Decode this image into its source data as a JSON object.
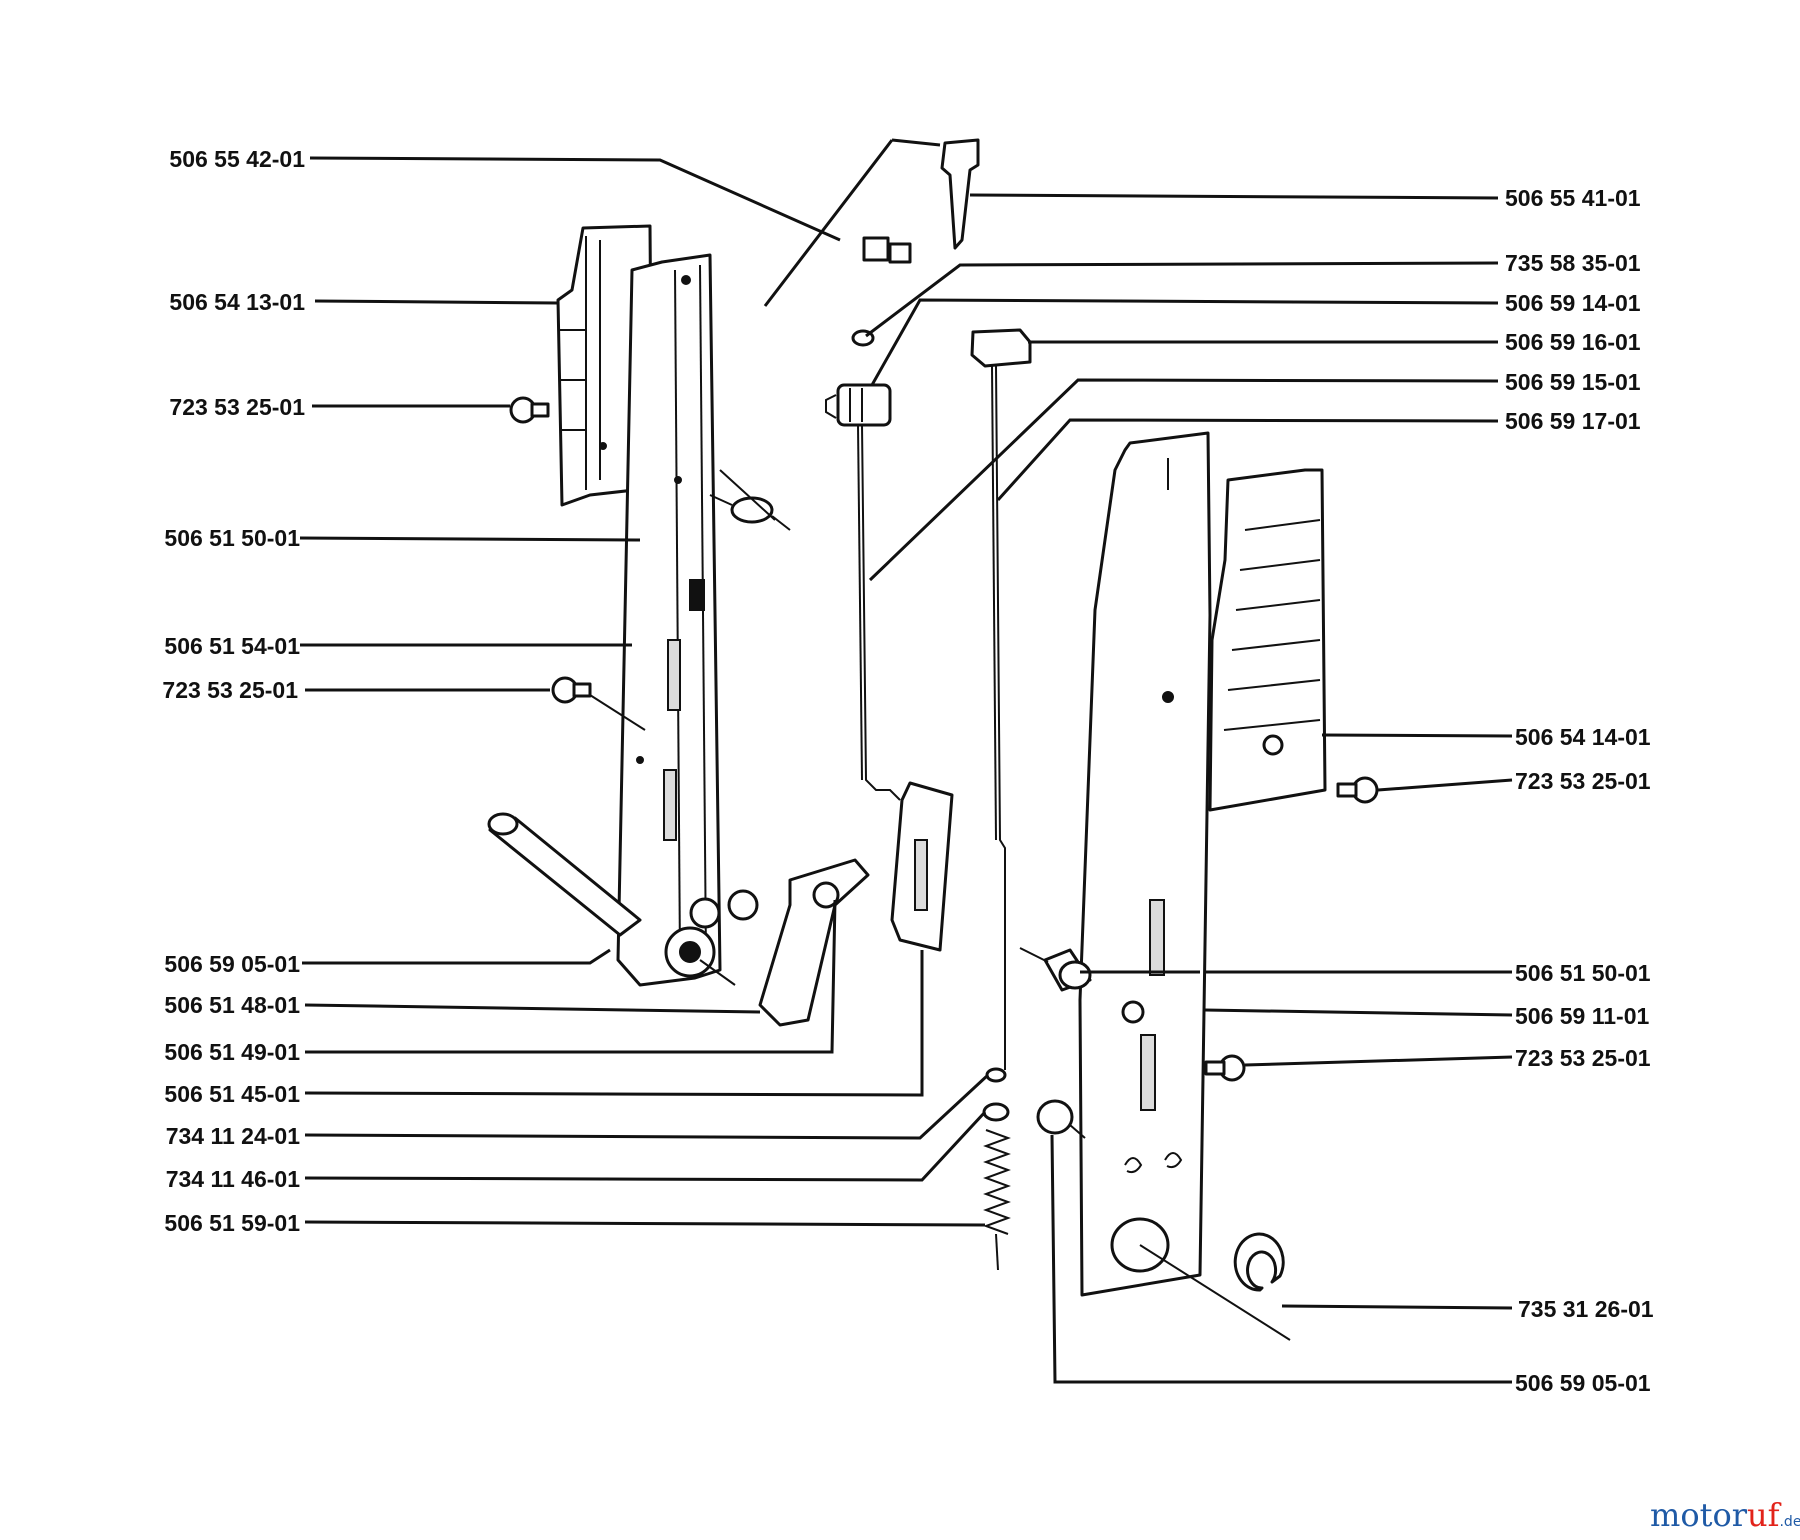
{
  "labels_left": [
    {
      "id": "l1",
      "text": "506 55 42-01"
    },
    {
      "id": "l2",
      "text": "506 54 13-01"
    },
    {
      "id": "l3",
      "text": "723 53 25-01"
    },
    {
      "id": "l4",
      "text": "506 51 50-01"
    },
    {
      "id": "l5",
      "text": "506 51 54-01"
    },
    {
      "id": "l6",
      "text": "723 53 25-01"
    },
    {
      "id": "l7",
      "text": "506 59 05-01"
    },
    {
      "id": "l8",
      "text": "506 51 48-01"
    },
    {
      "id": "l9",
      "text": "506 51 49-01"
    },
    {
      "id": "l10",
      "text": "506 51 45-01"
    },
    {
      "id": "l11",
      "text": "734 11 24-01"
    },
    {
      "id": "l12",
      "text": "734 11 46-01"
    },
    {
      "id": "l13",
      "text": "506 51 59-01"
    }
  ],
  "labels_right": [
    {
      "id": "r1",
      "text": "506 55 41-01"
    },
    {
      "id": "r2",
      "text": "735 58 35-01"
    },
    {
      "id": "r3",
      "text": "506 59 14-01"
    },
    {
      "id": "r4",
      "text": "506 59 16-01"
    },
    {
      "id": "r5",
      "text": "506 59 15-01"
    },
    {
      "id": "r6",
      "text": "506 59 17-01"
    },
    {
      "id": "r7",
      "text": "506 54 14-01"
    },
    {
      "id": "r8",
      "text": "723 53 25-01"
    },
    {
      "id": "r9",
      "text": "506 51 50-01"
    },
    {
      "id": "r10",
      "text": "506 59 11-01"
    },
    {
      "id": "r11",
      "text": "723 53 25-01"
    },
    {
      "id": "r12",
      "text": "735 31 26-01"
    },
    {
      "id": "r13",
      "text": "506 59 05-01"
    }
  ],
  "watermark": {
    "motor": "motor",
    "uf": "uf",
    "tld": ".de",
    "color_motor": "#1f5aa6",
    "color_uf": "#e2231a"
  }
}
